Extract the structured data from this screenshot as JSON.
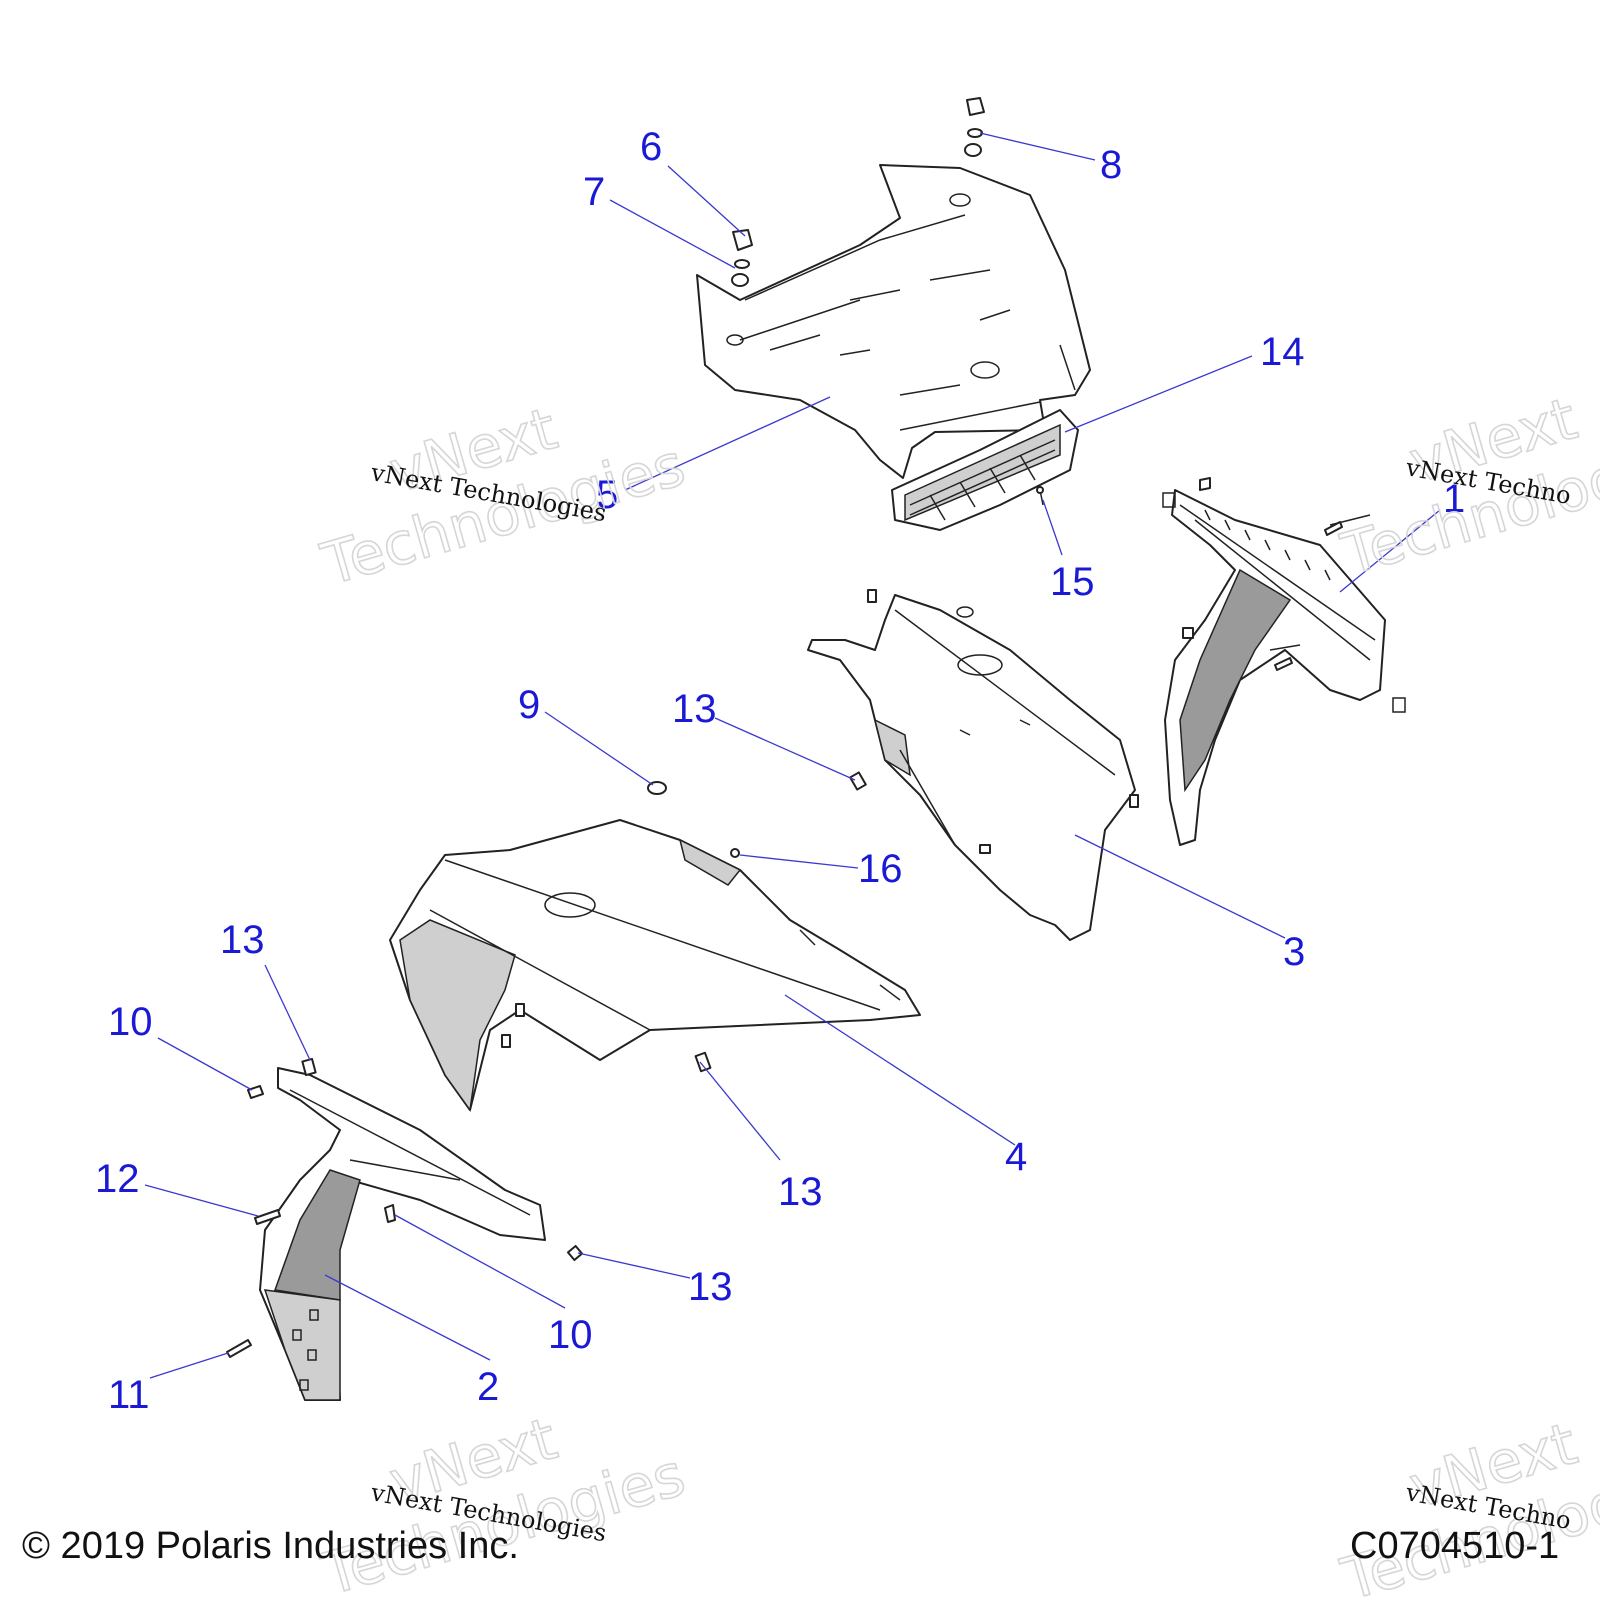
{
  "footer": {
    "copyright": "© 2019 Polaris Industries Inc.",
    "figure_id": "C0704510-1"
  },
  "watermarks": [
    {
      "id": "wm-a",
      "line1": "vNext",
      "line2": "Technologies",
      "small": "vNext Technologies"
    },
    {
      "id": "wm-b",
      "line1": "vNext",
      "line2": "Technologies",
      "small": "vNext Techno"
    },
    {
      "id": "wm-c",
      "line1": "vNext",
      "line2": "Technologies",
      "small": "vNext Technologies"
    },
    {
      "id": "wm-d",
      "line1": "vNext",
      "line2": "Technologies",
      "small": "vNext Techno"
    }
  ],
  "callouts": [
    {
      "id": "c6",
      "label": "6"
    },
    {
      "id": "c7",
      "label": "7"
    },
    {
      "id": "c8",
      "label": "8"
    },
    {
      "id": "c14",
      "label": "14"
    },
    {
      "id": "c5",
      "label": "5"
    },
    {
      "id": "c1",
      "label": "1"
    },
    {
      "id": "c15",
      "label": "15"
    },
    {
      "id": "c9",
      "label": "9"
    },
    {
      "id": "c13a",
      "label": "13"
    },
    {
      "id": "c16",
      "label": "16"
    },
    {
      "id": "c3",
      "label": "3"
    },
    {
      "id": "c13b",
      "label": "13"
    },
    {
      "id": "c10a",
      "label": "10"
    },
    {
      "id": "c12",
      "label": "12"
    },
    {
      "id": "c13c",
      "label": "13"
    },
    {
      "id": "c13d",
      "label": "13"
    },
    {
      "id": "c10b",
      "label": "10"
    },
    {
      "id": "c4",
      "label": "4"
    },
    {
      "id": "c2",
      "label": "2"
    },
    {
      "id": "c11",
      "label": "11"
    }
  ]
}
